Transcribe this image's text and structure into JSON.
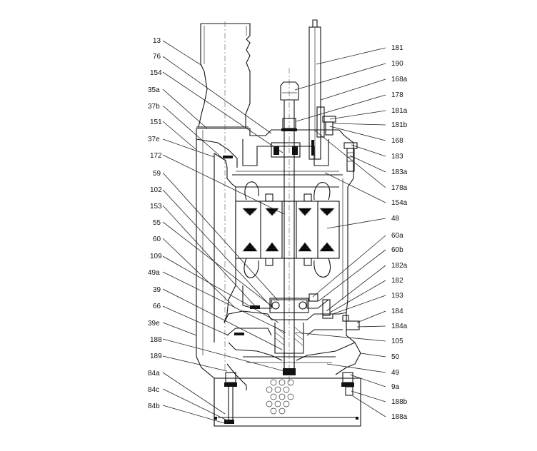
{
  "labels_left": [
    "13",
    "76",
    "154",
    "35a",
    "37b",
    "151",
    "37e",
    "172",
    "59",
    "102",
    "153",
    "55",
    "60",
    "109",
    "49a",
    "39",
    "66",
    "39e",
    "188",
    "189",
    "84a",
    "84c",
    "84b"
  ],
  "labels_right": [
    "181",
    "190",
    "168a",
    "178",
    "181a",
    "181b",
    "168",
    "183",
    "183a",
    "178a",
    "154a",
    "48",
    "60a",
    "60b",
    "182a",
    "182",
    "193",
    "184",
    "184a",
    "105",
    "50",
    "49",
    "9a",
    "188b",
    "188a"
  ]
}
